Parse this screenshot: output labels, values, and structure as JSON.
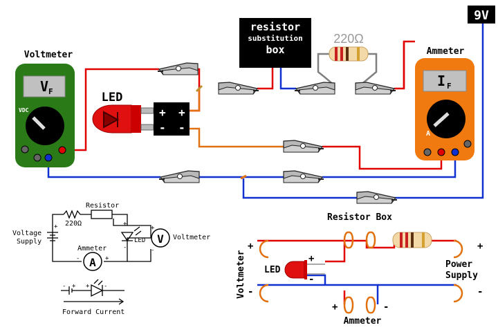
{
  "top": {
    "battery_label": "9V",
    "resistor_box": {
      "line1": "resistor",
      "line2": "substitution",
      "line3": "box"
    },
    "resistor_value": "220Ω",
    "voltmeter": {
      "title": "Voltmeter",
      "display_main": "V",
      "display_sub": "F",
      "dial_label": "VDC"
    },
    "ammeter": {
      "title": "Ammeter",
      "display_main": "I",
      "display_sub": "F",
      "dial_label": "A"
    },
    "led": {
      "label": "LED",
      "plus": "+",
      "minus": "-"
    }
  },
  "schematic": {
    "resistor_label": "Resistor",
    "resistor_value": "220Ω",
    "supply_label_1": "Voltage",
    "supply_label_2": "Supply",
    "led_label": "LED",
    "voltmeter_symbol": "V",
    "voltmeter_label": "Voltmeter",
    "ammeter_label": "Ammeter",
    "ammeter_symbol": "A",
    "plus": "+",
    "minus": "-",
    "forward_label": "Forward Current"
  },
  "breadboard": {
    "resistor_box_label": "Resistor Box",
    "voltmeter_label": "Voltmeter",
    "led_label": "LED",
    "power_label_1": "Power",
    "power_label_2": "Supply",
    "ammeter_label": "Ammeter",
    "plus": "+",
    "minus": "-"
  },
  "colors": {
    "wire_red": "#e00000",
    "wire_blue": "#1030d0",
    "wire_orange": "#e07010",
    "wire_gray": "#808080",
    "meter_green": "#2a7a18",
    "meter_orange": "#f07a10",
    "led_red": "#e01010"
  }
}
